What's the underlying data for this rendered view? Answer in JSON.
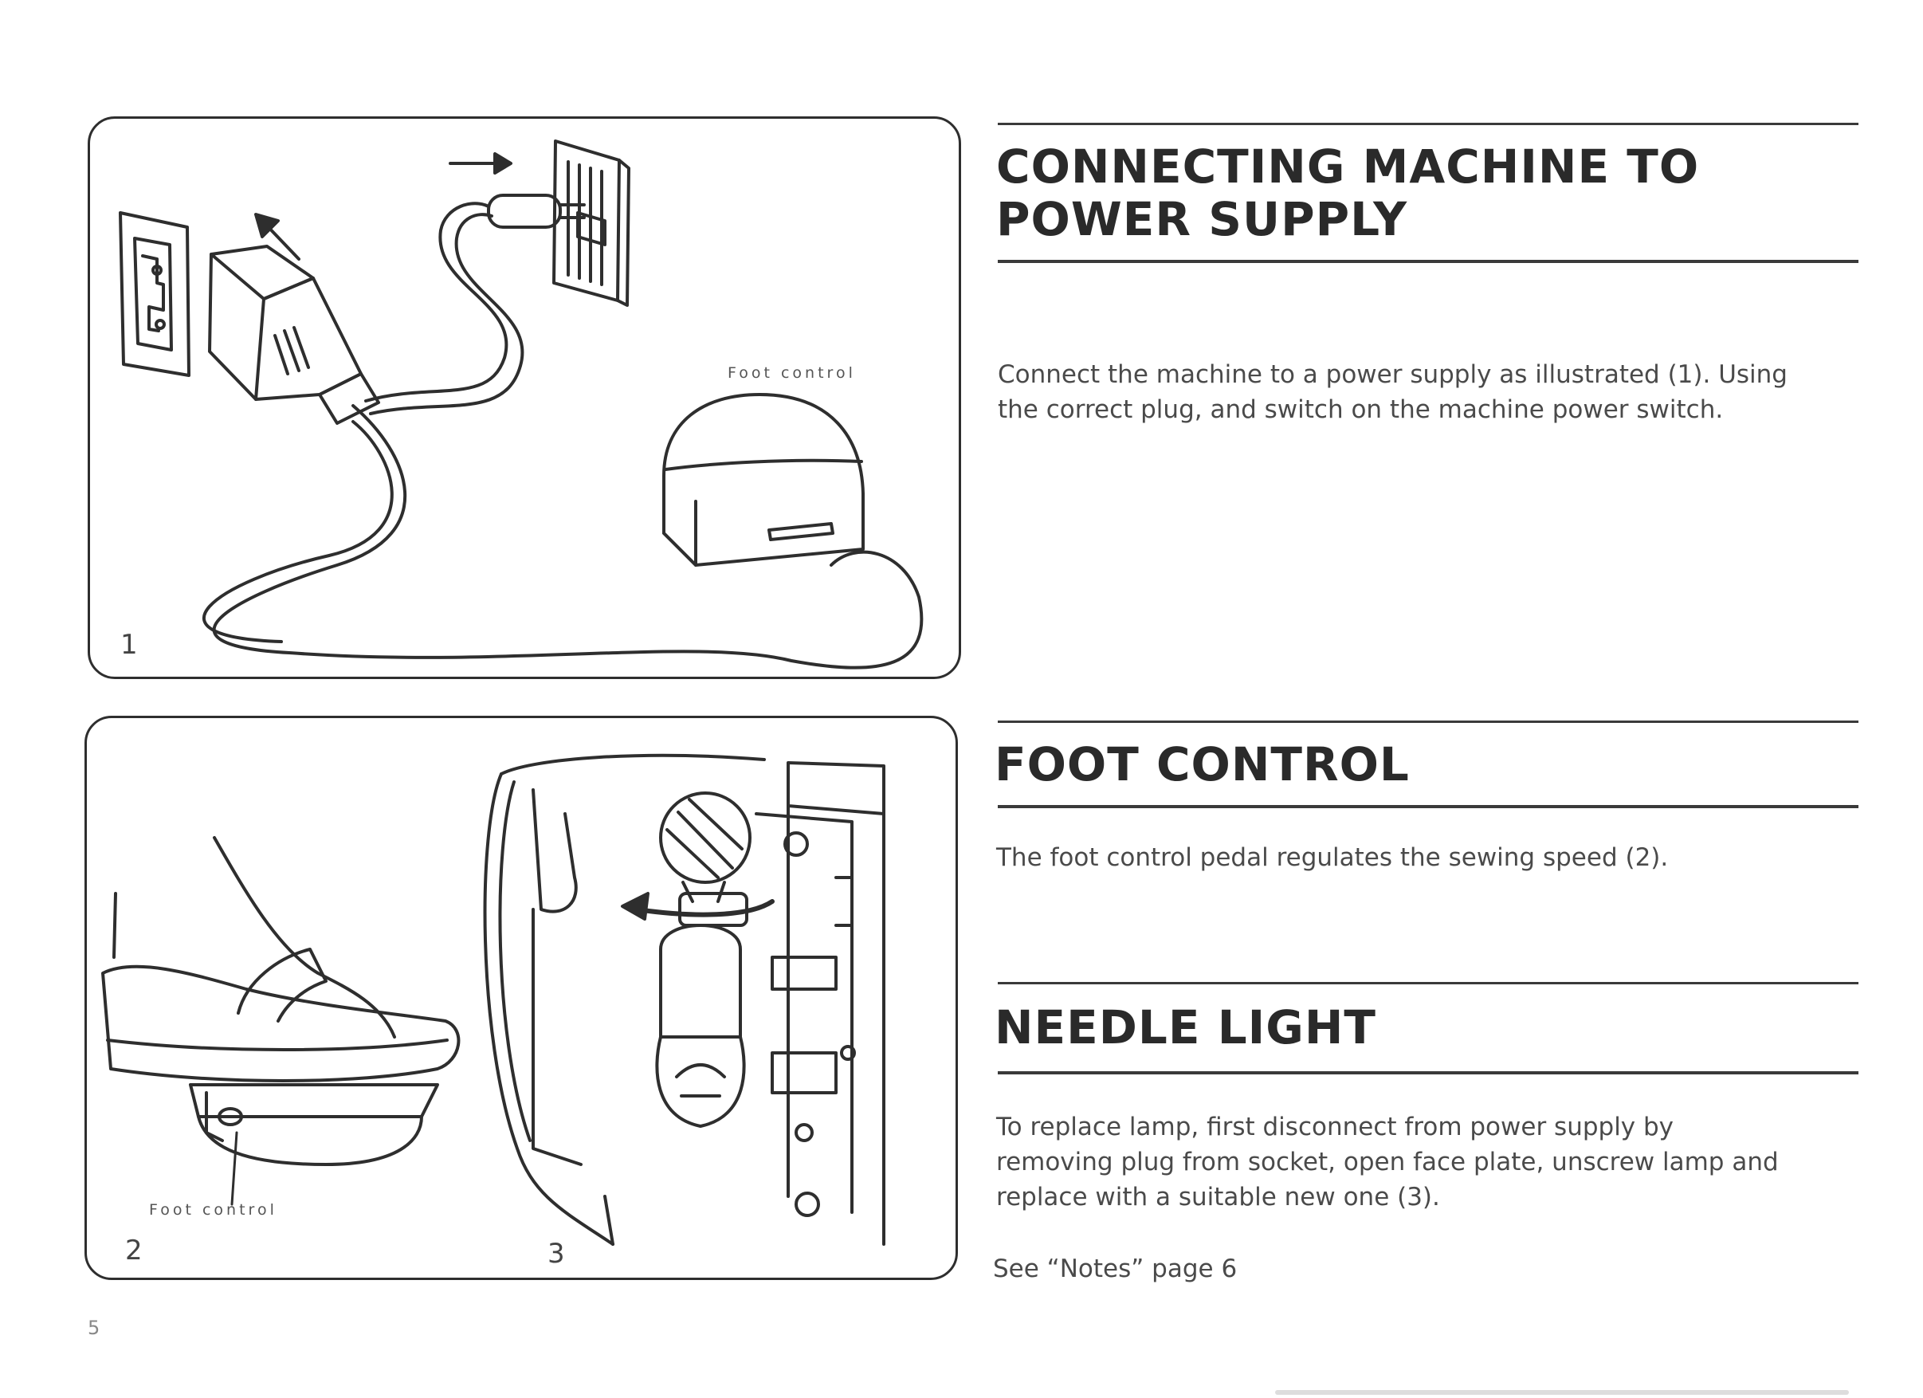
{
  "figures": {
    "fig1": {
      "number": "1",
      "callout": "Foot control"
    },
    "fig2": {
      "number": "2",
      "callout": "Foot control"
    },
    "fig3": {
      "number": "3"
    }
  },
  "sections": {
    "power": {
      "title_line1": "CONNECTING MACHINE TO",
      "title_line2": "POWER SUPPLY",
      "body_line1": "Connect the machine to a power supply as illustrated (1). Using",
      "body_line2": "the correct plug, and switch on the machine power switch."
    },
    "foot": {
      "title": "FOOT CONTROL",
      "body": "The foot control pedal regulates the sewing speed (2)."
    },
    "needle": {
      "title": "NEEDLE LIGHT",
      "body_line1": "To replace lamp, first disconnect from power supply by",
      "body_line2": "removing plug from socket, open face plate, unscrew lamp and",
      "body_line3": "replace with a suitable new one (3).",
      "note": "See “Notes” page 6"
    }
  },
  "page_number": "5"
}
